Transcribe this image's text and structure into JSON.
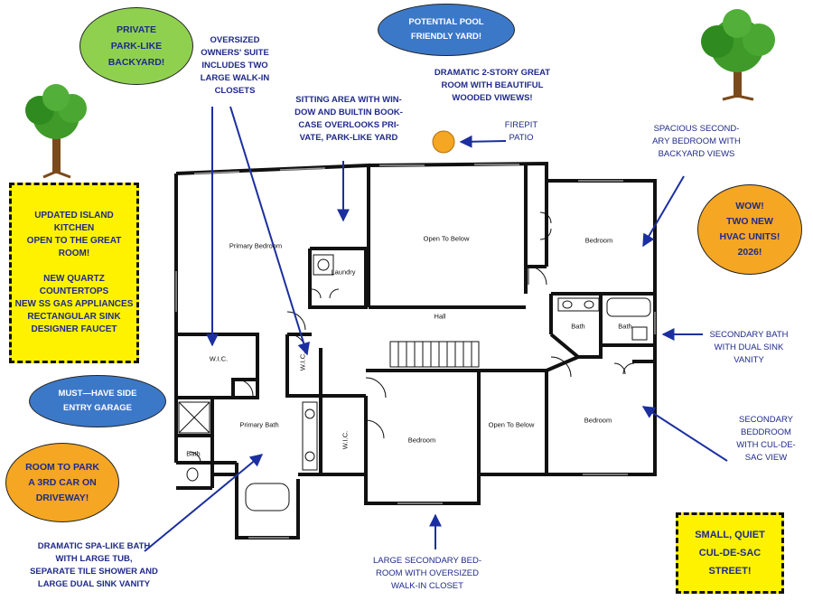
{
  "colors": {
    "bubble_green": "#8fd14f",
    "bubble_blue": "#3c78c8",
    "bubble_yellow": "#fff200",
    "bubble_orange": "#f5a623",
    "annotation_text": "#1f2a8a",
    "arrow": "#1b2fa0",
    "wall": "#111111",
    "firepit": "#f5a623"
  },
  "bubbles": {
    "private_yard": "PRIVATE\nPARK-LIKE\nBACKYARD!",
    "pool": "POTENTIAL POOL\nFRIENDLY YARD!",
    "kitchen": "UPDATED ISLAND\nKITCHEN\nOPEN TO THE GREAT\nROOM!\n\nNEW QUARTZ\nCOUNTERTOPS\nNEW SS GAS APPLIANCES\nRECTANGULAR SINK\nDESIGNER FAUCET",
    "hvac": "WOW!\nTWO NEW\nHVAC UNITS!\n2026!",
    "garage": "MUST—HAVE SIDE\nENTRY GARAGE",
    "third_car": "ROOM TO PARK\nA 3RD CAR ON\nDRIVEWAY!",
    "cul_de_sac": "SMALL, QUIET\nCUL-DE-SAC\nSTREET!"
  },
  "annotations": {
    "owners_suite": "OVERSIZED\nOWNERS' SUITE\nINCLUDES TWO\nLARGE WALK-IN\nCLOSETS",
    "sitting_area": "SITTING AREA WITH WIN-\nDOW AND BUILTIN BOOK-\nCASE OVERLOOKS PRI-\nVATE, PARK-LIKE YARD",
    "great_room": "DRAMATIC 2-STORY GREAT\nROOM WITH BEAUTIFUL\nWOODED VIWEWS!",
    "firepit": "FIREPIT\nPATIO",
    "secondary_bedroom_back": "SPACIOUS SECOND-\nARY BEDROOM WITH\nBACKYARD VIEWS",
    "secondary_bath": "SECONDARY BATH\nWITH DUAL SINK\nVANITY",
    "secondary_bedroom_cds": "SECONDARY\nBEDDROOM\nWITH CUL-DE-\nSAC VIEW",
    "spa_bath": "DRAMATIC SPA-LIKE BATH\nWITH LARGE TUB,\nSEPARATE TILE SHOWER AND\nLARGE DUAL SINK VANITY",
    "large_bedroom": "LARGE SECONDARY BED-\nROOM WITH OVERSIZED\nWALK-IN CLOSET"
  },
  "rooms": {
    "primary_bedroom": "Primary Bedroom",
    "open_to_below_top": "Open To Below",
    "bedroom_top_right": "Bedroom",
    "laundry": "Laundry",
    "hall": "Hall",
    "bath_left": "Bath",
    "bath_right": "Bath",
    "wic_left": "W.I.C.",
    "wic_mid": "W.I.C.",
    "primary_bath": "Primary Bath",
    "wic_vertical": "W.I.C.",
    "bedroom_bottom": "Bedroom",
    "open_to_below_bottom": "Open To Below",
    "bedroom_bottom_right": "Bedroom",
    "bath_small": "Bath"
  }
}
